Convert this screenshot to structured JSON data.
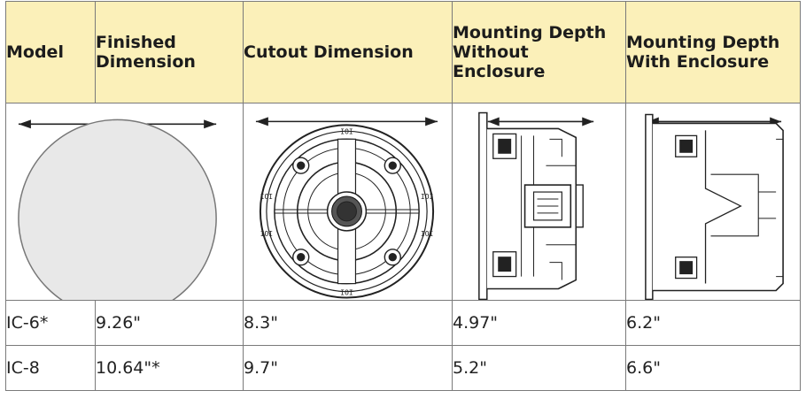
{
  "headers": [
    "Model",
    "Finished Dimension",
    "Cutout Dimension",
    "Mounting Depth Without Enclosure",
    "Mounting Depth With Enclosure"
  ],
  "rows": [
    [
      "IC-6*",
      "9.26\"",
      "8.3\"",
      "4.97\"",
      "6.2\""
    ],
    [
      "IC-8",
      "10.64\"*",
      "9.7\"",
      "5.2\"",
      "6.6\""
    ]
  ],
  "diagram_marks": {
    "mounting_label": "IOI"
  },
  "colors": {
    "header_bg": "#fbf0b9",
    "grille_fill": "#e8e8e8",
    "line": "#222222"
  },
  "icons": [
    "finished-grille-diagram",
    "cutout-driver-diagram",
    "depth-without-enclosure-diagram",
    "depth-with-enclosure-diagram"
  ]
}
